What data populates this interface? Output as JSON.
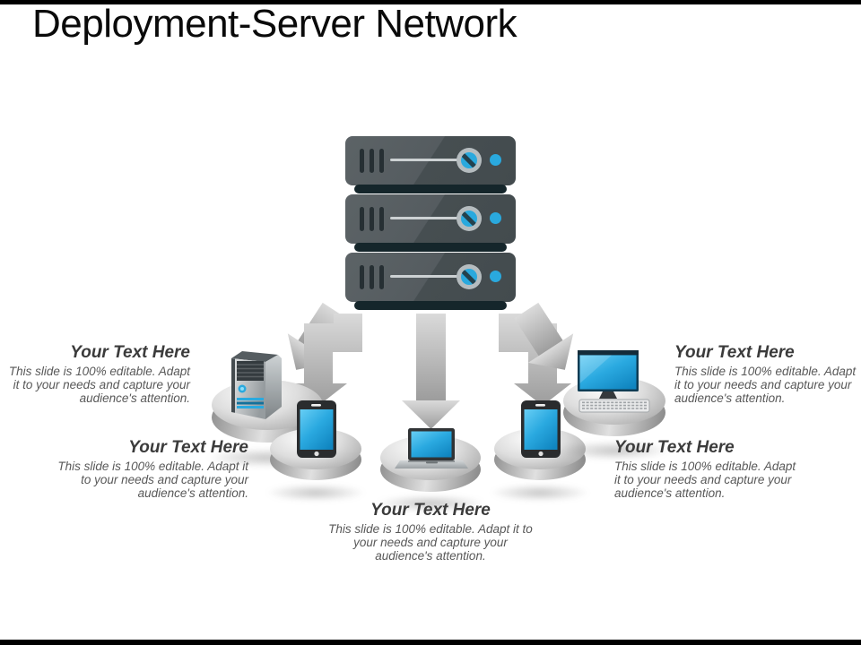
{
  "slide": {
    "title": "Deployment-Server Network",
    "background": "#ffffff",
    "frame_bar_color": "#000000"
  },
  "colors": {
    "accent_blue": "#29a9de",
    "server_body_dark": "#4d5458",
    "server_base_dark": "#15262b",
    "arrow_gray": "#bdbdbd",
    "platform_gray": "#c7c7c7",
    "heading_text": "#3b3b3b",
    "body_text": "#585858"
  },
  "server": {
    "unit_count": 3
  },
  "callouts": [
    {
      "device": "server-tower",
      "heading": "Your Text Here",
      "body": "This slide is 100% editable. Adapt it to your needs and capture your audience's attention."
    },
    {
      "device": "smartphone-left",
      "heading": "Your Text Here",
      "body": "This slide is 100% editable. Adapt it to your needs and capture your audience's attention."
    },
    {
      "device": "laptop",
      "heading": "Your Text Here",
      "body": "This slide is 100% editable. Adapt it to your needs and capture your audience's attention."
    },
    {
      "device": "smartphone-right",
      "heading": "Your Text Here",
      "body": "This slide is 100% editable. Adapt it to your needs and capture your audience's attention."
    },
    {
      "device": "desktop-computer",
      "heading": "Your Text Here",
      "body": "This slide is 100% editable. Adapt it to your needs and capture your audience's attention."
    }
  ]
}
